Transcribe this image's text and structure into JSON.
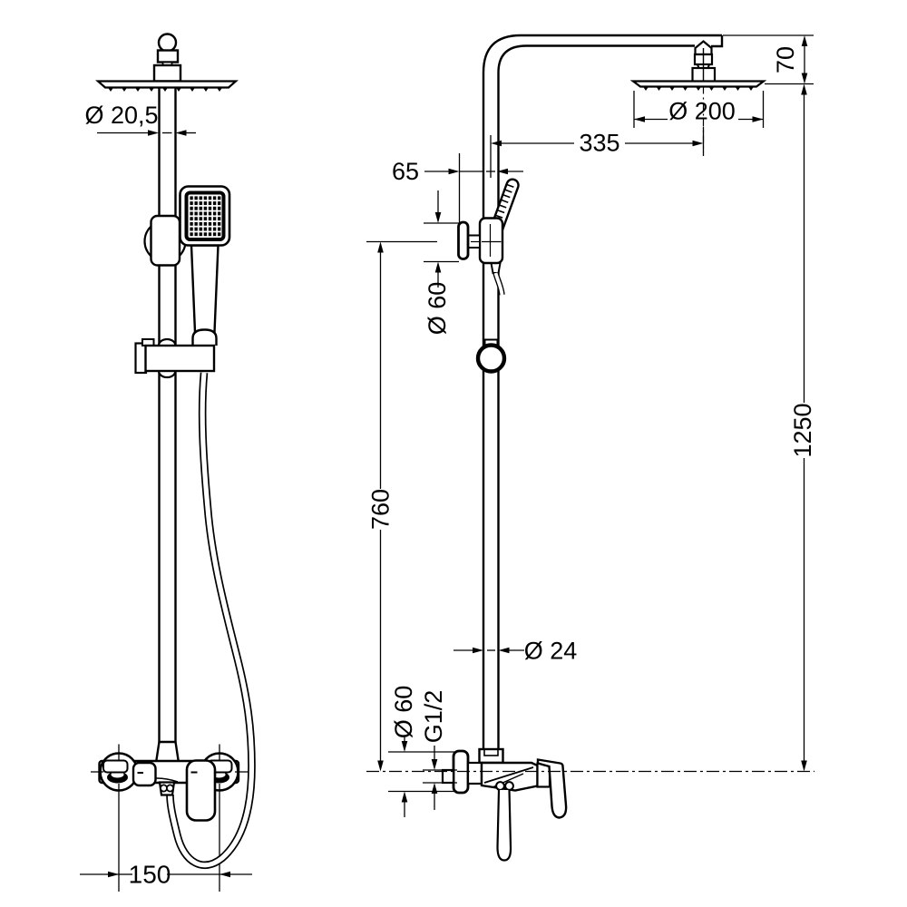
{
  "page": {
    "background": "#ffffff",
    "line_color": "#000000"
  },
  "drawing": {
    "type": "technical-dimension-drawing",
    "subject": "shower-column-with-overhead-shower-hand-shower-and-wall-mixer",
    "views": [
      "front-view",
      "side-view"
    ],
    "dimensions": {
      "riser_top_diameter": "Ø 20,5",
      "head_drop_height": "70",
      "head_diameter": "Ø 200",
      "arm_reach": "335",
      "wall_offset": "65",
      "bracket_escutcheon_diameter": "Ø 60",
      "total_height": "1250",
      "slide_height": "760",
      "riser_pipe_diameter": "Ø 24",
      "valve_escutcheon_diameter": "Ø 60",
      "connection_thread": "G1/2",
      "inlet_spacing": "150"
    }
  }
}
